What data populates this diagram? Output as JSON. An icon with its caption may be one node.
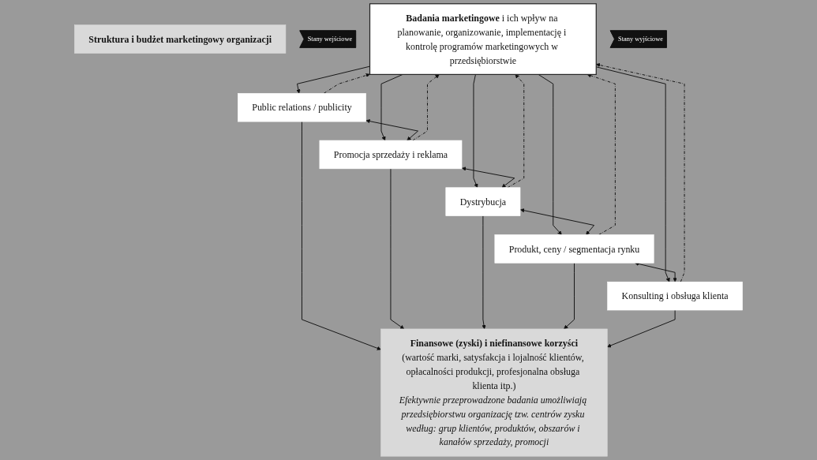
{
  "diagram": {
    "nodes": [
      {
        "text": [
          "Struktura i budżet marketingowy organizacji"
        ]
      },
      {
        "text": [
          "Stany wejściowe"
        ]
      },
      {
        "text": [
          "**Badania marketingowe** i ich wpływ na planowanie, organizowanie, implementację i kontrolę programów marketingowych w przedsiębiorstwie"
        ]
      },
      {
        "text": [
          "Public relations / publicity"
        ]
      },
      {
        "text": [
          "Promocja sprzedaży i reklama"
        ]
      },
      {
        "text": [
          "Dystrybucja"
        ]
      },
      {
        "text": [
          "Produkt, ceny / segmentacja rynku"
        ]
      },
      {
        "text": [
          "Konsulting i obsługa klienta"
        ]
      },
      {
        "text": [
          "Stany wyjściowe"
        ]
      },
      {
        "text": [
          "Finansowe (zyski) i niefinansowe korzyści",
          "(wartość marki, satysfakcja i lojalność klientów, opłacalności produkcji, profesjonalna obsługa klienta itp.)",
          "Efektywnie przeprowadzone badania umożliwiają przedsiębiorstwu organizację tzw. centrów zysku według: grup klientów, produktów, obszarów i kanałów sprzedaży, promocji"
        ]
      }
    ],
    "edges": [
      {
        "from": 2,
        "to": 3,
        "arrow": "to"
      },
      {
        "from": 3,
        "to": 2,
        "arrow": "to",
        "style": "dashed"
      },
      {
        "from": 2,
        "to": 4,
        "arrow": "to"
      },
      {
        "from": 4,
        "to": 2,
        "arrow": "to",
        "style": "dashed"
      },
      {
        "from": 2,
        "to": 5,
        "arrow": "to"
      },
      {
        "from": 5,
        "to": 2,
        "arrow": "to",
        "style": "dashed"
      },
      {
        "from": 2,
        "to": 6,
        "arrow": "to"
      },
      {
        "from": 6,
        "to": 2,
        "arrow": "to",
        "style": "dashed"
      },
      {
        "from": 2,
        "to": 7,
        "arrow": "to"
      },
      {
        "from": 7,
        "to": 2,
        "arrow": "to",
        "style": "dashed"
      },
      {
        "from": 3,
        "to": 4,
        "arrow": "both"
      },
      {
        "from": 4,
        "to": 5,
        "arrow": "both"
      },
      {
        "from": 5,
        "to": 6,
        "arrow": "both"
      },
      {
        "from": 6,
        "to": 7,
        "arrow": "both"
      },
      {
        "from": 3,
        "to": 9,
        "arrow": "to"
      },
      {
        "from": 4,
        "to": 9,
        "arrow": "to"
      },
      {
        "from": 5,
        "to": 9,
        "arrow": "to"
      },
      {
        "from": 6,
        "to": 9,
        "arrow": "to"
      },
      {
        "from": 7,
        "to": 9,
        "arrow": "to"
      }
    ]
  }
}
